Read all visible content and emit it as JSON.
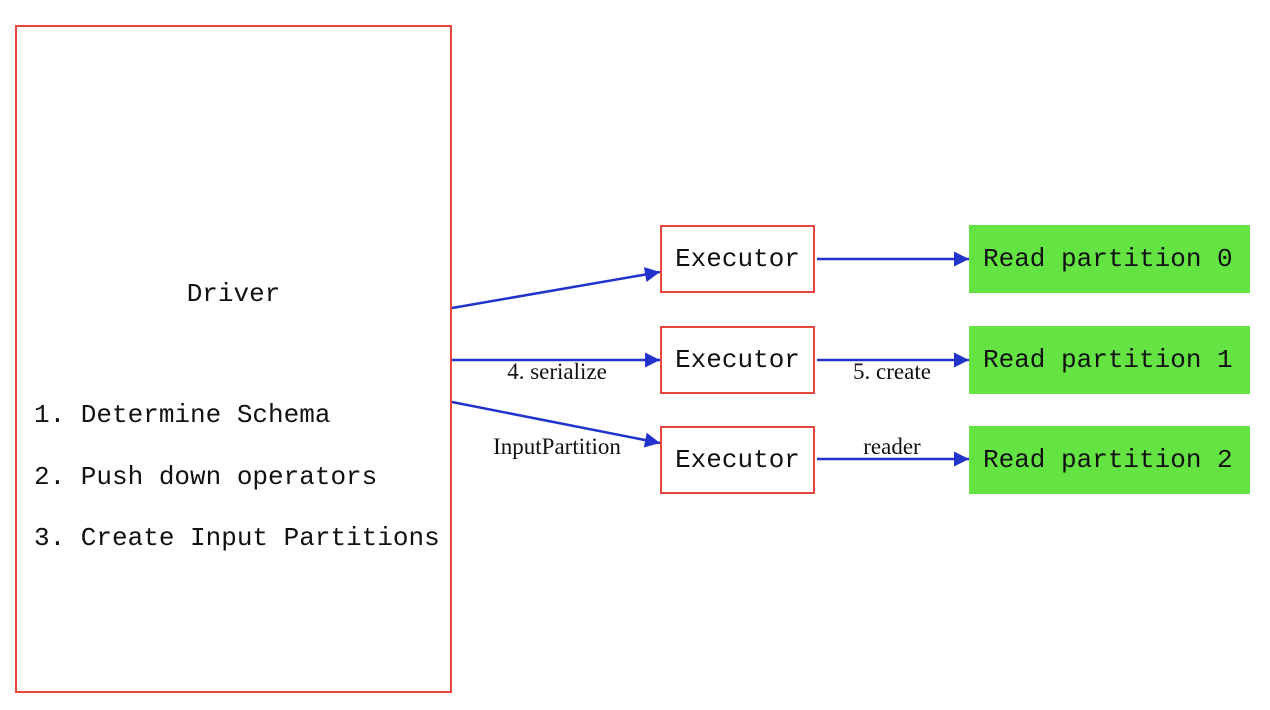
{
  "diagram": {
    "driver": {
      "title": "Driver",
      "steps": [
        "1. Determine Schema",
        "2. Push down operators",
        "3. Create Input Partitions"
      ]
    },
    "executors": [
      {
        "label": "Executor"
      },
      {
        "label": "Executor"
      },
      {
        "label": "Executor"
      }
    ],
    "partitions": [
      {
        "label": "Read partition 0"
      },
      {
        "label": "Read partition 1"
      },
      {
        "label": "Read partition 2"
      }
    ],
    "edge_labels": {
      "serialize": {
        "line1": "4. serialize",
        "line2": "InputPartition"
      },
      "create_reader": {
        "line1": "5. create",
        "line2": "reader"
      }
    },
    "colors": {
      "box_border": "#e8463c",
      "arrow_color": "#2233cc",
      "partition_fill": "#64e443",
      "text_color": "#111111",
      "background": "#ffffff"
    }
  }
}
